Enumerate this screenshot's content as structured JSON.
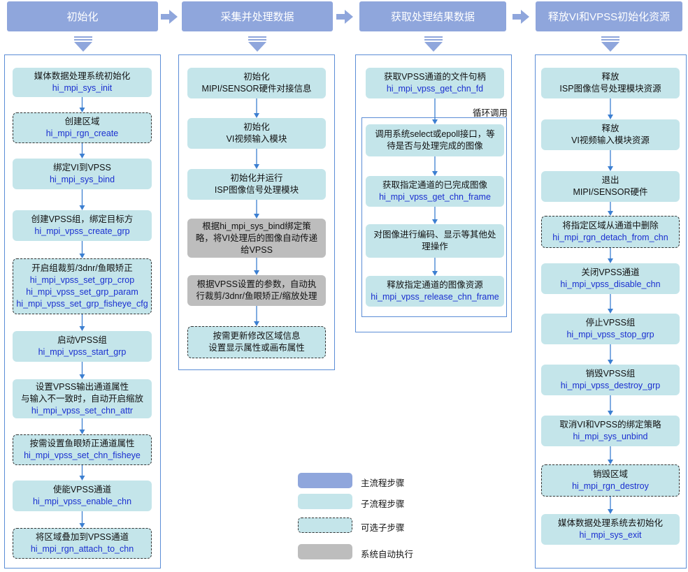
{
  "headers": [
    "初始化",
    "采集并处理数据",
    "获取处理结果数据",
    "释放VI和VPSS初始化资源"
  ],
  "col1": [
    {
      "t": "媒体数据处理系统初始化",
      "f": [
        "hi_mpi_sys_init"
      ],
      "kind": "sub"
    },
    {
      "t": "创建区域",
      "f": [
        "hi_mpi_rgn_create"
      ],
      "kind": "optional"
    },
    {
      "t": "绑定VI到VPSS",
      "f": [
        "hi_mpi_sys_bind"
      ],
      "kind": "sub"
    },
    {
      "t": "创建VPSS组，绑定目标方",
      "f": [
        "hi_mpi_vpss_create_grp"
      ],
      "kind": "sub"
    },
    {
      "t": "开启组裁剪/3dnr/鱼眼矫正",
      "f": [
        "hi_mpi_vpss_set_grp_crop",
        "hi_mpi_vpss_set_grp_param",
        "hi_mpi_vpss_set_grp_fisheye_cfg"
      ],
      "kind": "optional"
    },
    {
      "t": "启动VPSS组",
      "f": [
        "hi_mpi_vpss_start_grp"
      ],
      "kind": "sub"
    },
    {
      "t": "设置VPSS输出通道属性\n与输入不一致时，自动开启缩放",
      "f": [
        "hi_mpi_vpss_set_chn_attr"
      ],
      "kind": "sub"
    },
    {
      "t": "按需设置鱼眼矫正通道属性",
      "f": [
        "hi_mpi_vpss_set_chn_fisheye"
      ],
      "kind": "optional"
    },
    {
      "t": "使能VPSS通道",
      "f": [
        "hi_mpi_vpss_enable_chn"
      ],
      "kind": "sub"
    },
    {
      "t": "将区域叠加到VPSS通道",
      "f": [
        "hi_mpi_rgn_attach_to_chn"
      ],
      "kind": "optional"
    }
  ],
  "col2": [
    {
      "t": "初始化\nMIPI/SENSOR硬件对接信息",
      "f": [],
      "kind": "sub"
    },
    {
      "t": "初始化\nVI视频输入模块",
      "f": [],
      "kind": "sub"
    },
    {
      "t": "初始化并运行\nISP图像信号处理模块",
      "f": [],
      "kind": "sub"
    },
    {
      "t": "根据hi_mpi_sys_bind绑定策\n略，将VI处理后的图像自动传递\n给VPSS",
      "f": [],
      "kind": "auto"
    },
    {
      "t": "根据VPSS设置的参数，自动执\n行裁剪/3dnr/鱼眼矫正/缩放处理",
      "f": [],
      "kind": "auto"
    },
    {
      "t": "按需更新修改区域信息\n设置显示属性或画布属性",
      "f": [],
      "kind": "optional"
    }
  ],
  "col3_top": {
    "t": "获取VPSS通道的文件句柄",
    "f": [
      "hi_mpi_vpss_get_chn_fd"
    ],
    "kind": "sub"
  },
  "loop_label": "循环调用",
  "col3_loop": [
    {
      "t": "调用系统select或epoll接口，等\n待是否与处理完成的图像",
      "f": [],
      "kind": "sub"
    },
    {
      "t": "获取指定通道的已完成图像",
      "f": [
        "hi_mpi_vpss_get_chn_frame"
      ],
      "kind": "sub"
    },
    {
      "t": "对图像进行编码、显示等其他处\n理操作",
      "f": [],
      "kind": "sub"
    },
    {
      "t": "释放指定通道的图像资源",
      "f": [
        "hi_mpi_vpss_release_chn_frame"
      ],
      "kind": "sub"
    }
  ],
  "col4": [
    {
      "t": "释放\nISP图像信号处理模块资源",
      "f": [],
      "kind": "sub"
    },
    {
      "t": "释放\nVI视频输入模块资源",
      "f": [],
      "kind": "sub"
    },
    {
      "t": "退出\nMIPI/SENSOR硬件",
      "f": [],
      "kind": "sub"
    },
    {
      "t": "将指定区域从通道中删除",
      "f": [
        "hi_mpi_rgn_detach_from_chn"
      ],
      "kind": "optional"
    },
    {
      "t": "关闭VPSS通道",
      "f": [
        "hi_mpi_vpss_disable_chn"
      ],
      "kind": "sub"
    },
    {
      "t": "停止VPSS组",
      "f": [
        "hi_mpi_vpss_stop_grp"
      ],
      "kind": "sub"
    },
    {
      "t": "销毁VPSS组",
      "f": [
        "hi_mpi_vpss_destroy_grp"
      ],
      "kind": "sub"
    },
    {
      "t": "取消VI和VPSS的绑定策略",
      "f": [
        "hi_mpi_sys_unbind"
      ],
      "kind": "sub"
    },
    {
      "t": "销毁区域",
      "f": [
        "hi_mpi_rgn_destroy"
      ],
      "kind": "optional"
    },
    {
      "t": "媒体数据处理系统去初始化",
      "f": [
        "hi_mpi_sys_exit"
      ],
      "kind": "sub"
    }
  ],
  "legend": [
    {
      "label": "主流程步骤",
      "kind": "main"
    },
    {
      "label": "子流程步骤",
      "kind": "sub"
    },
    {
      "label": "可选子步骤",
      "kind": "optional"
    },
    {
      "label": "系统自动执行",
      "kind": "auto"
    }
  ],
  "colors": {
    "main": "#8fa6dc",
    "sub": "#c4e5ea",
    "auto": "#bdbdbd",
    "line": "#3c7fd1",
    "panel_border": "#5b8dd6",
    "func_text": "#1a2fd0"
  }
}
